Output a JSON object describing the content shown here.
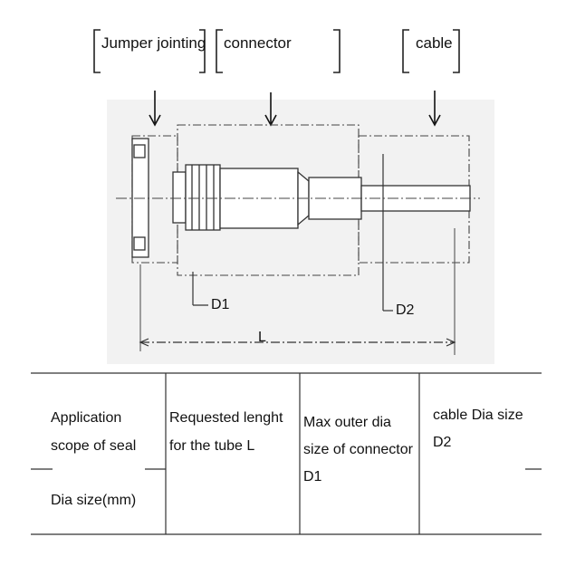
{
  "labels": {
    "jumper": "Jumper jointing",
    "connector": "connector",
    "cable": "cable",
    "d1": "D1",
    "d2": "D2",
    "length": "L"
  },
  "table": {
    "col1_line1": "Application",
    "col1_line2": "scope of seal",
    "col1_line3": "Dia size(mm)",
    "col2_line1": "Requested lenght",
    "col2_line2": "for the tube L",
    "col3_line1": "Max outer dia",
    "col3_line2": "size of connector",
    "col3_line3": "D1",
    "col4_line1": "cable Dia size",
    "col4_line2": "D2"
  }
}
